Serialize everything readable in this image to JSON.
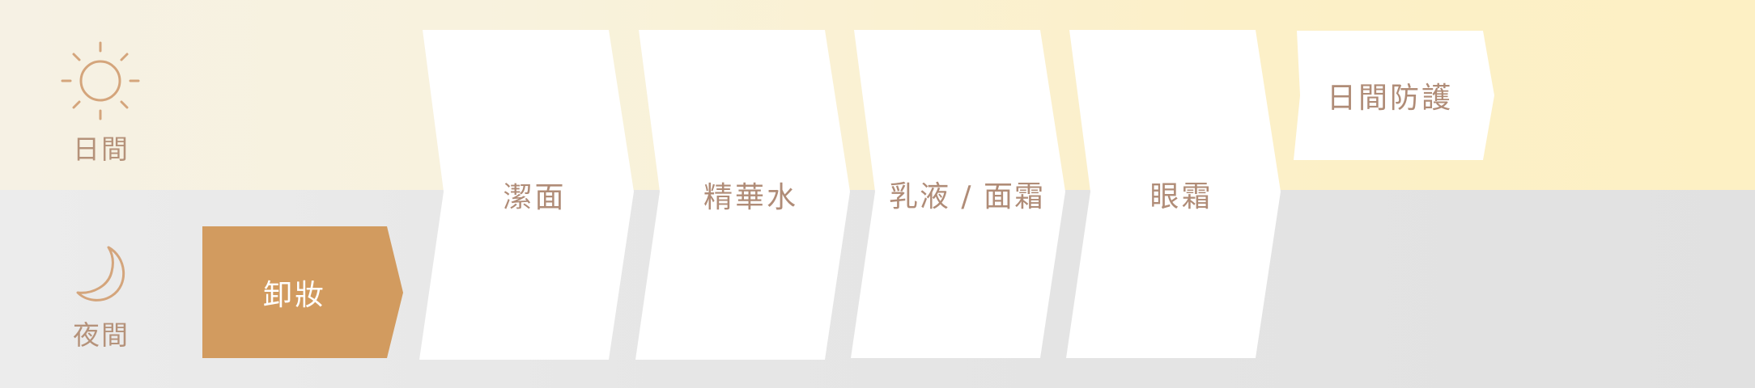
{
  "periods": {
    "day_label": "日間",
    "night_label": "夜間",
    "day_icon": "sun-icon",
    "night_icon": "crescent-moon-icon"
  },
  "steps": {
    "makeup_removal": "卸妝",
    "cleansing": "潔面",
    "essence_water": "精華水",
    "lotion_cream": "乳液 / 面霜",
    "eye_cream": "眼霜",
    "day_protection": "日間防護"
  },
  "colors": {
    "label_text": "#b5927a",
    "step_text": "#b08c77",
    "accent_step_fill": "#d29b5f",
    "day_band": "#fcf0c8",
    "night_band": "#e3e3e3"
  }
}
